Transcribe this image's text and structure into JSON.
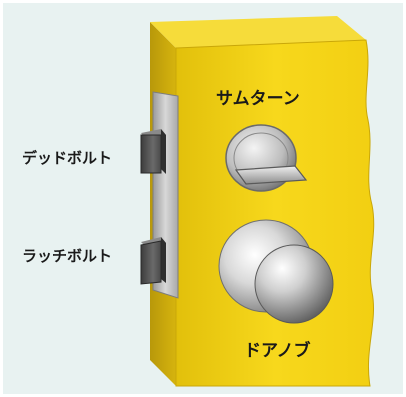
{
  "labels": {
    "thumb_turn": "サムターン",
    "dead_bolt": "デッドボルト",
    "latch_bolt": "ラッチボルト",
    "door_knob": "ドアノブ"
  },
  "colors": {
    "background": "#e8f2f1",
    "door_front": "#f5d316",
    "door_side": "#c2a20a",
    "door_top": "#fbe45a",
    "lock_plate": "#cfcfcf",
    "bolt": "#555555"
  }
}
